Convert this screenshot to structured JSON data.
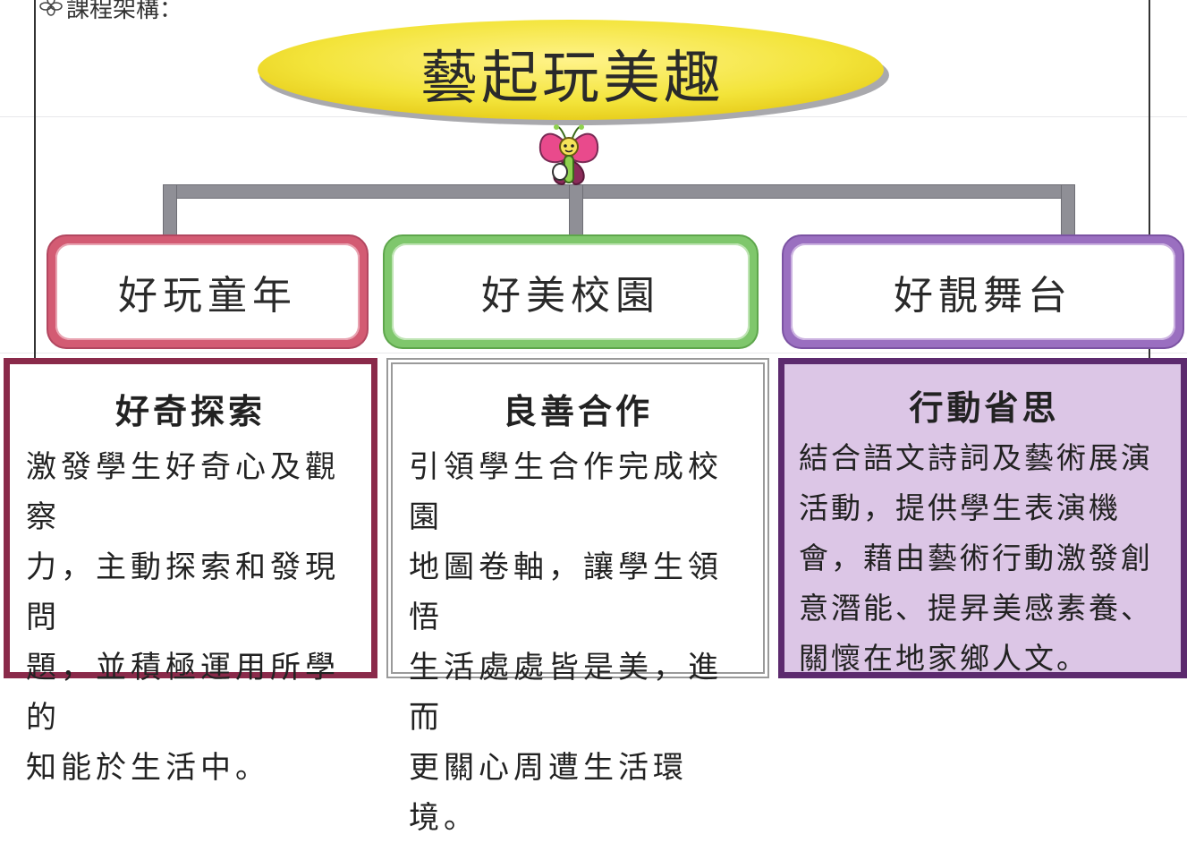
{
  "header": {
    "label": "課程架構："
  },
  "title": "藝起玩美趣",
  "colors": {
    "title_fill": "#f3e43a",
    "connector": "#8f8f96",
    "pink": "#d35b73",
    "green": "#7fc76c",
    "purple": "#9a6fc0",
    "maroon": "#8a2a4a",
    "gray": "#9a9a9a",
    "panel_purple_fill": "#dcc6e6"
  },
  "categories": [
    {
      "label": "好玩童年"
    },
    {
      "label": "好美校園"
    },
    {
      "label": "好靚舞台"
    }
  ],
  "panels": [
    {
      "title": "好奇探索",
      "lines": [
        "激發學生好奇心及觀察",
        "力，主動探索和發現問",
        "題，並積極運用所學的",
        "知能於生活中。"
      ]
    },
    {
      "title": "良善合作",
      "lines": [
        "引領學生合作完成校園",
        "地圖卷軸，讓學生領悟",
        "生活處處皆是美，進而",
        "更關心周遭生活環境。"
      ]
    },
    {
      "title": "行動省思",
      "lines": [
        "結合語文詩詞及藝術展演",
        "活動，提供學生表演機",
        "會，藉由藝術行動激發創",
        "意潛能、提昇美感素養、",
        "關懷在地家鄉人文。"
      ]
    }
  ]
}
